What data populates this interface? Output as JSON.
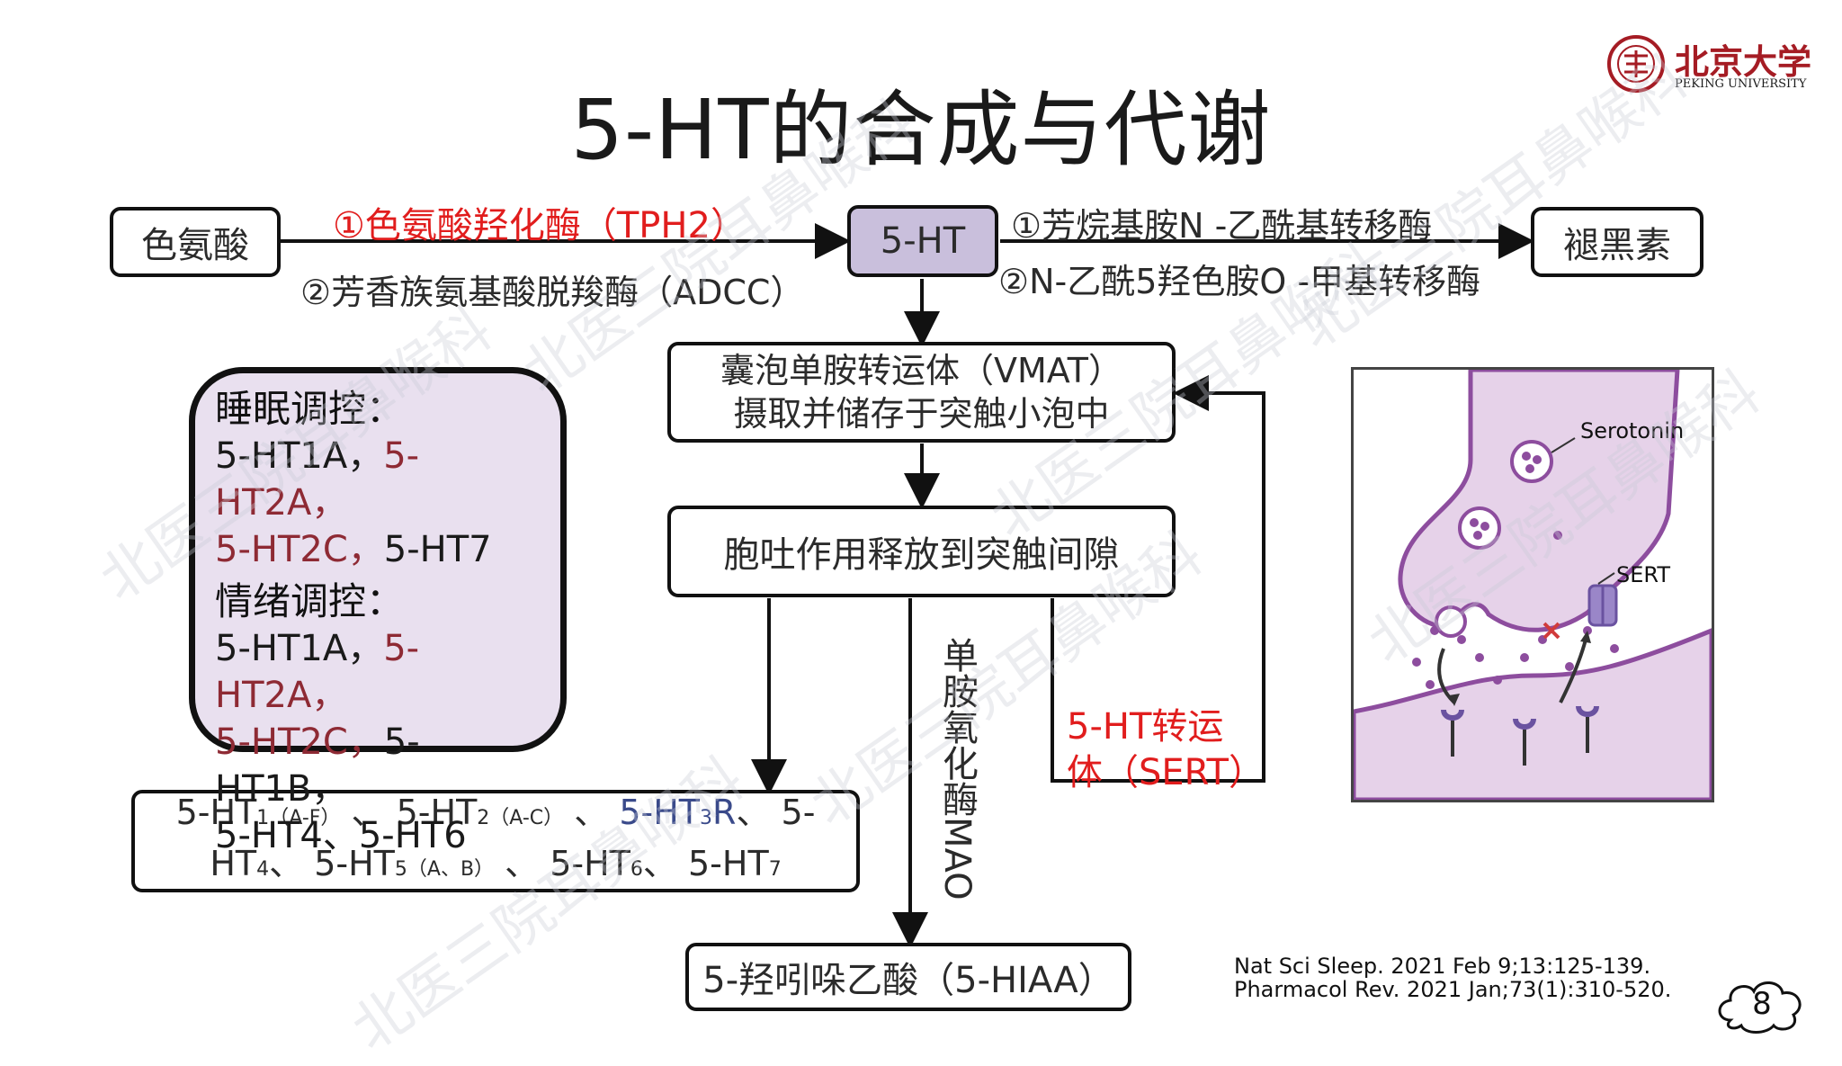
{
  "title": "5-HT的合成与代谢",
  "logo": {
    "name_cn": "北京大学",
    "name_en": "PEKING UNIVERSITY",
    "seal_icon": "peking-university-seal"
  },
  "nodes": {
    "tryptophan": "色氨酸",
    "serotonin": "5-HT",
    "melatonin": "褪黑素",
    "vmat_line1": "囊泡单胺转运体（VMAT）",
    "vmat_line2": "摄取并储存于突触小泡中",
    "exocytosis": "胞吐作用释放到突触间隙",
    "hiaa": "5-羟吲哚乙酸（5-HIAA）"
  },
  "enzymes": {
    "tph2": "①色氨酸羟化酶（TPH2）",
    "adcc": "②芳香族氨基酸脱羧酶（ADCC）",
    "aanat": "①芳烷基胺N -乙酰基转移酶",
    "asmt": "②N-乙酰5羟色胺O -甲基转移酶",
    "mao": "单胺氧化酶MAO",
    "sert_line1": "5-HT转运",
    "sert_line2": "体（SERT）"
  },
  "receptor_panel": {
    "sleep_heading": "睡眠调控：",
    "sleep_a": "5-HT1A，",
    "sleep_b": "5-HT2A，",
    "sleep_c": "5-HT2C，",
    "sleep_d": "5-HT7",
    "mood_heading": "情绪调控：",
    "mood_a": "5-HT1A，",
    "mood_b": "5-HT2A，",
    "mood_c": "5-HT2C，",
    "mood_d": "5-HT1B，",
    "mood_e": "5-HT4、5-HT6"
  },
  "receptors_box": {
    "r1": "5-HT",
    "r1s": "1",
    "r1p": "（A-F）",
    "sep1": " 、 ",
    "r2": "5-HT",
    "r2s": "2",
    "r2p": "（A-C）",
    "sep2": " 、 ",
    "r3": "5-HT",
    "r3s": "3",
    "r3r": "R",
    "sep3": "、 5-",
    "r4": "HT",
    "r4s": "4",
    "sep4": "、 ",
    "r5": "5-HT",
    "r5s": "5",
    "r5p": "（A、B）",
    "sep5": " 、 ",
    "r6": "5-HT",
    "r6s": "6",
    "sep6": "、 ",
    "r7": "5-HT",
    "r7s": "7"
  },
  "illustration": {
    "serotonin_label": "Serotonin",
    "sert_label": "SERT"
  },
  "references": [
    "Nat Sci Sleep. 2021 Feb 9;13:125-139.",
    "Pharmacol Rev. 2021 Jan;73(1):310-520."
  ],
  "page_number": "8",
  "watermark_text": "北医三院耳鼻喉科",
  "colors": {
    "accent_red": "#e11d1d",
    "maroon": "#8e2a34",
    "panel_lilac": "#e9e0ef",
    "node_purple": "#c9bfdc",
    "synapse_purple": "#8d4d9e"
  }
}
